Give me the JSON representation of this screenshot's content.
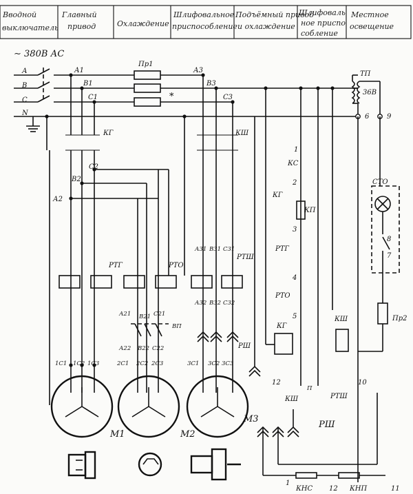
{
  "header": {
    "cells": [
      "Вводной выключатель",
      "Главный привод",
      "Охлаждение",
      "Шлифовальное приспособление",
      "Подъёмный привод и охлаждение",
      "Шлифовальное приспособление",
      "Местное освещение"
    ]
  },
  "supply": {
    "label": "∼ 380В АС"
  },
  "buses": {
    "A": "А",
    "B": "В",
    "C": "С",
    "N": "N"
  },
  "labels": {
    "A1": "А1",
    "B1": "В1",
    "C1": "С1",
    "A2": "А2",
    "B2": "В2",
    "C2": "С2",
    "A3": "А3",
    "B3": "В3",
    "C3": "С3",
    "Pr1": "Пр1",
    "star": "*",
    "KG": "КГ",
    "KSh": "КШ",
    "KS": "КС",
    "KP": "КП",
    "RTG": "РТГ",
    "RTO": "РТО",
    "RTSh": "РТШ",
    "A31": "А31",
    "B31": "В31",
    "C31": "С31",
    "A32": "А32",
    "B32": "В32",
    "C32": "С32",
    "A21": "А21",
    "B21": "В21",
    "C21": "С21",
    "A22": "А22",
    "B22": "В22",
    "C22": "С22",
    "C1_21": "2С1",
    "C2_22": "2С2",
    "C3_23": "2С3",
    "VP": "ВП",
    "RSh": "РШ",
    "1C1": "1С1",
    "1C2": "1С2",
    "1C3": "1С3",
    "3C1": "3С1",
    "3C2": "3С2",
    "3C3": "3С3",
    "M1": "М1",
    "M2": "М2",
    "M3": "М3",
    "TP": "ТП",
    "V36": "36В",
    "n1": "1",
    "n2": "2",
    "n3": "3",
    "n4": "4",
    "n5": "5",
    "n6": "6",
    "n7": "7",
    "n8": "8",
    "n9": "9",
    "n10": "10",
    "n11": "11",
    "n12": "12",
    "STO": "СТО",
    "Pr2": "Пр2",
    "KNS": "КНС",
    "KNP": "КНП",
    "RTSh2": "РТШ",
    "KSh2": "КШ",
    "KG2": "КГ",
    "RSh2": "РШ",
    "P": "П"
  }
}
